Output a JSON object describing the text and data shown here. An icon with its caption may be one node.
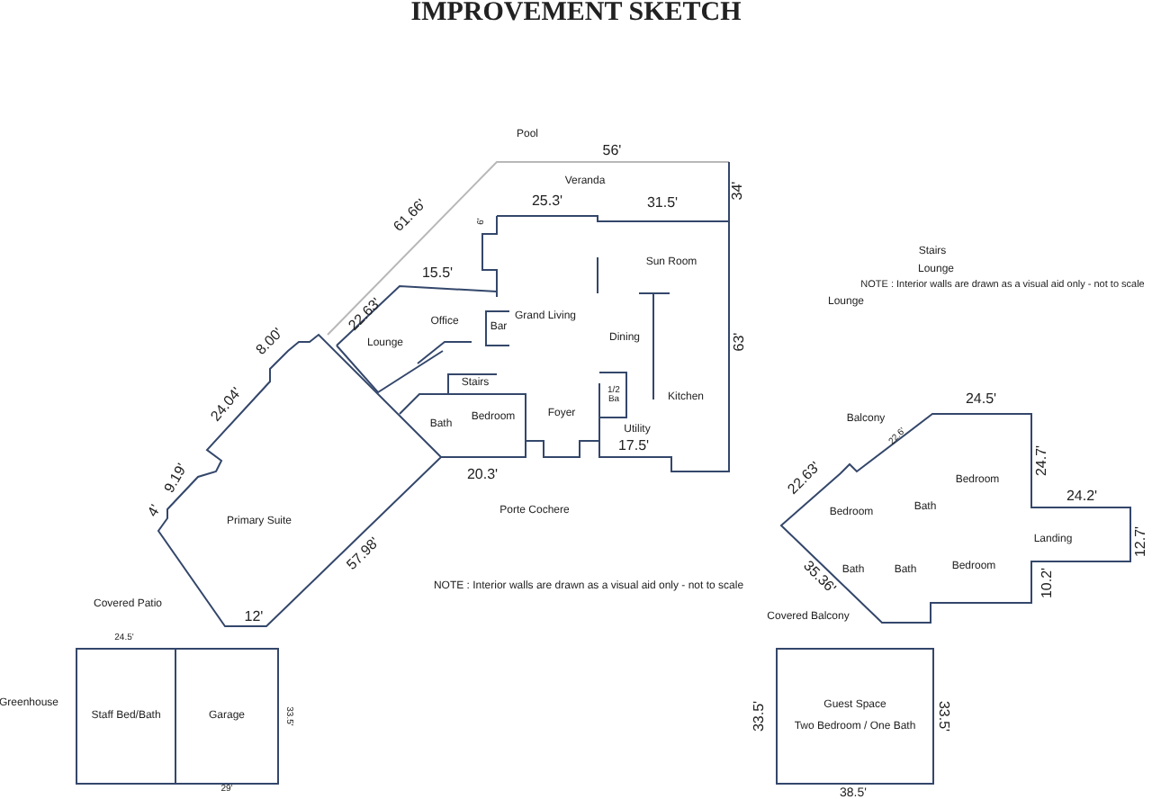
{
  "diagram": {
    "title": "IMPROVEMENT SKETCH",
    "nodes": [
      {
        "text": [
          "Staff Bed/Bath"
        ],
        "beside": [
          "24.5'"
        ]
      },
      {
        "text": [
          "Garage"
        ],
        "beside": [
          "33.5'",
          "29'"
        ]
      },
      {
        "text": [
          "Guest Space",
          "Two Bedroom / One Bath"
        ],
        "beside": [
          "33.5'",
          "33.5'",
          "38.5'"
        ]
      }
    ],
    "labels": [
      "Pool",
      "56'",
      "61.66'",
      "Veranda",
      "25.3'",
      "6'",
      "31.5'",
      "34'",
      "15.5'",
      "Sun Room",
      "22.63'",
      "Office",
      "Grand Living",
      "Bar",
      "Lounge",
      "8.00'",
      "Dining",
      "63'",
      "Stairs",
      "Bedroom",
      "Bath",
      "Foyer",
      "1/2 Ba",
      "Kitchen",
      "24.04'",
      "Utility",
      "17.5'",
      "20.3'",
      "9.19'",
      "4'",
      "Porte Cochere",
      "Primary Suite",
      "57.98'",
      "12'",
      "NOTE : Interior walls are drawn as a visual aid only - not to scale",
      "Covered Patio",
      "Greenhouse",
      "Stairs",
      "Lounge",
      "NOTE : Interior walls are drawn as a visual aid only - not to scale",
      "Lounge",
      "Balcony",
      "22.6'",
      "24.5'",
      "22.63'",
      "24.7'",
      "Bedroom",
      "Bath",
      "Bedroom",
      "24.2'",
      "Landing",
      "12.7'",
      "Bath",
      "Bath",
      "Bedroom",
      "35.36'",
      "10.2'",
      "Covered Balcony"
    ]
  }
}
